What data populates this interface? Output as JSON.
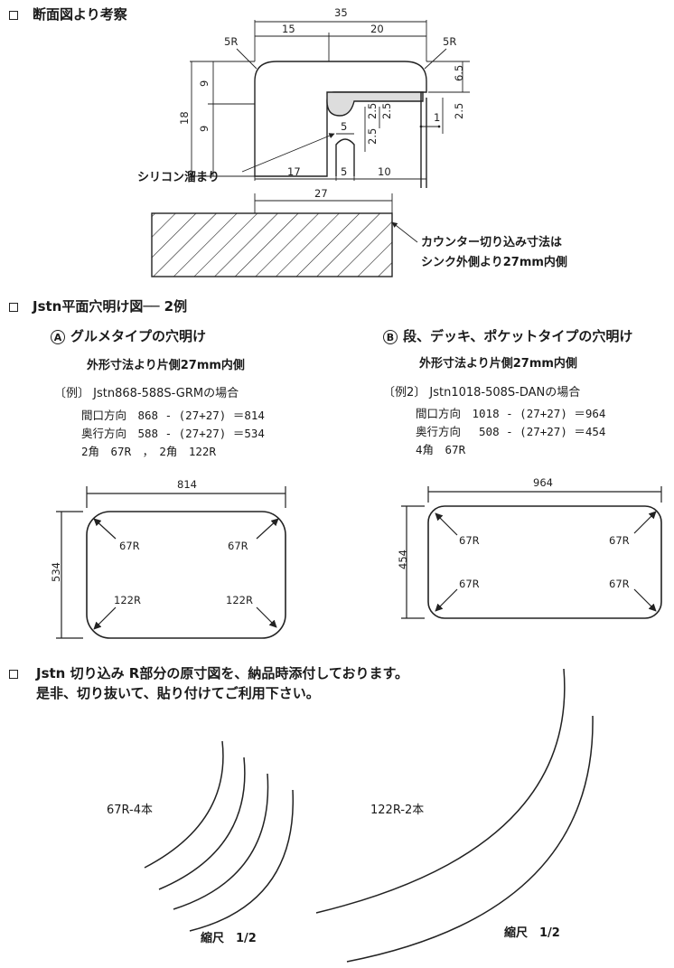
{
  "section1": {
    "title": "断面図より考察",
    "silicone_label": "シリコン溜まり",
    "counter_note": [
      "カウンター切り込み寸法は",
      "シンク外側より27mm内側"
    ],
    "dims": {
      "total_width": "35",
      "left_width": "15",
      "right_width": "20",
      "radius_left": "5R",
      "radius_right": "5R",
      "height_total": "18",
      "height_upper": "9",
      "height_lower": "9",
      "rim_height": "6.5",
      "gap_a": "2.5",
      "gap_b": "2.5",
      "gap_side": "2.5",
      "gap_c": "2.5",
      "thickness": "1",
      "groove_width": "5",
      "bottom_left": "17",
      "bottom_mid": "5",
      "bottom_right": "10",
      "cut_offset": "27"
    }
  },
  "section2": {
    "title": "Jstn平面穴明け図── 2例",
    "a": {
      "marker": "A",
      "heading": "グルメタイプの穴明け",
      "subtitle": "外形寸法より片側27mm内側",
      "example": "〔例〕 Jstn868-588S-GRMの場合",
      "line1": "間口方向　868 - (27+27) ＝814",
      "line2": "奥行方向　588 - (27+27) ＝534",
      "line3": "2角　67R　，　2角　122R",
      "drawing": {
        "width_label": "814",
        "height_label": "534",
        "corner_tl": "67R",
        "corner_tr": "67R",
        "corner_bl": "122R",
        "corner_br": "122R"
      }
    },
    "b": {
      "marker": "B",
      "heading": "段、デッキ、ポケットタイプの穴明け",
      "subtitle": "外形寸法より片側27mm内側",
      "example": "〔例2〕 Jstn1018-508S-DANの場合",
      "line1": "間口方向　1018 - (27+27) ＝964",
      "line2": "奥行方向　 508 - (27+27) ＝454",
      "line3": "4角　67R",
      "drawing": {
        "width_label": "964",
        "height_label": "454",
        "corner_tl": "67R",
        "corner_tr": "67R",
        "corner_bl": "67R",
        "corner_br": "67R"
      }
    }
  },
  "section3": {
    "line1": "Jstn 切り込み R部分の原寸図を、納品時添付しております。",
    "line2": "是非、切り抜いて、貼り付けてご利用下さい。",
    "label_67": "67R-4本",
    "label_122": "122R-2本",
    "scale_left": "縮尺　1/2",
    "scale_right": "縮尺　1/2"
  }
}
